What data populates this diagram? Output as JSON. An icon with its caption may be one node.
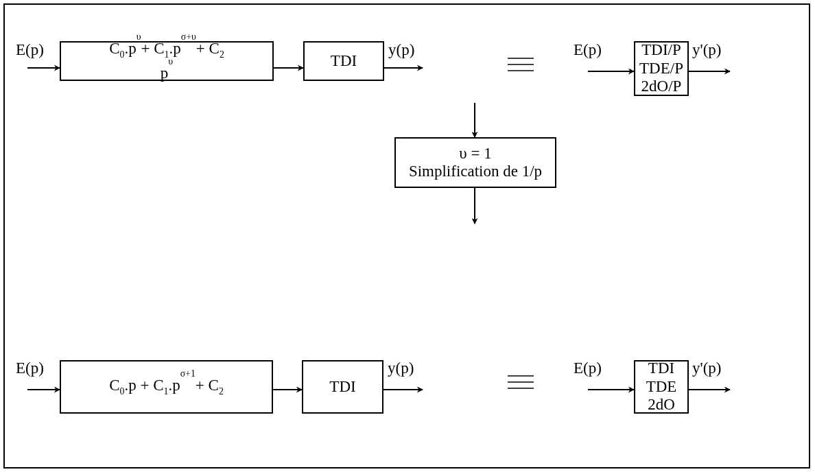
{
  "diagram": {
    "nodes": [
      {
        "text": [
          "C$_{0}$.p$^{υ}$+  C$_{1}$.p$^{σ+υ}$+ C$_{2}$",
          "p$^{υ}$"
        ]
      },
      {
        "text": [
          "TDI"
        ]
      },
      {
        "text": [
          "TDI/P",
          "TDE/P",
          "2dO/P"
        ]
      },
      {
        "text": [
          "υ = 1",
          "Simplification de 1/p"
        ]
      },
      {
        "text": [
          "C$_{0}$.p +  C$_{1}$.p$^{σ+1}$+ C$_{2}$"
        ]
      },
      {
        "text": [
          "TDI"
        ]
      },
      {
        "text": [
          "TDI",
          "TDE",
          "2dO"
        ]
      }
    ],
    "edges": [
      {
        "from": null,
        "to": 0,
        "arrow": "to",
        "label": "E(p)"
      },
      {
        "from": 0,
        "to": 1,
        "arrow": "to"
      },
      {
        "from": 1,
        "to": null,
        "arrow": "to",
        "label": "y(p)"
      },
      {
        "from": null,
        "to": 2,
        "arrow": "to",
        "label": "E(p)"
      },
      {
        "from": 2,
        "to": null,
        "arrow": "to",
        "label": "y'(p)"
      },
      {
        "from": null,
        "to": 3,
        "arrow": "to"
      },
      {
        "from": 3,
        "to": null,
        "arrow": "to"
      },
      {
        "from": null,
        "to": 4,
        "arrow": "to",
        "label": "E(p)"
      },
      {
        "from": 4,
        "to": 5,
        "arrow": "to"
      },
      {
        "from": 5,
        "to": null,
        "arrow": "to",
        "label": "y(p)"
      },
      {
        "from": null,
        "to": 6,
        "arrow": "to",
        "label": "E(p)"
      },
      {
        "from": 6,
        "to": null,
        "arrow": "to",
        "label": "y'(p)"
      }
    ]
  }
}
